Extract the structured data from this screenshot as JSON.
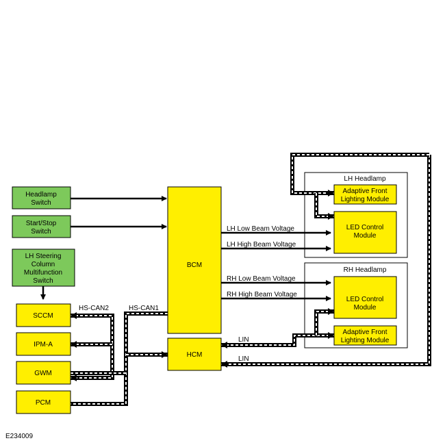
{
  "diagram": {
    "reference_id": "E234009",
    "inputs": {
      "headlamp_switch": [
        "Headlamp",
        "Switch"
      ],
      "start_stop_switch": [
        "Start/Stop",
        "Switch"
      ],
      "lh_steering_column_switch": [
        "LH Steering",
        "Column",
        "Multifunction",
        "Switch"
      ]
    },
    "modules": {
      "sccm": "SCCM",
      "ipm_a": "IPM-A",
      "gwm": "GWM",
      "pcm": "PCM",
      "bcm": "BCM",
      "hcm": "HCM"
    },
    "lh_headlamp": {
      "title": "LH Headlamp",
      "afl_module": [
        "Adaptive Front",
        "Lighting Module"
      ],
      "led_module": [
        "LED Control",
        "Module"
      ]
    },
    "rh_headlamp": {
      "title": "RH Headlamp",
      "led_module": [
        "LED Control",
        "Module"
      ],
      "afl_module": [
        "Adaptive Front",
        "Lighting Module"
      ]
    },
    "signals": {
      "lh_low": "LH Low Beam Voltage",
      "lh_high": "LH High Beam Voltage",
      "rh_low": "RH Low Beam Voltage",
      "rh_high": "RH High Beam Voltage",
      "lin_upper": "LIN",
      "lin_lower": "LIN",
      "hs_can2": "HS-CAN2",
      "hs_can1": "HS-CAN1"
    },
    "colors": {
      "input_fill": "#7dc95b",
      "module_fill": "#ffef00",
      "stroke": "#000000"
    }
  }
}
